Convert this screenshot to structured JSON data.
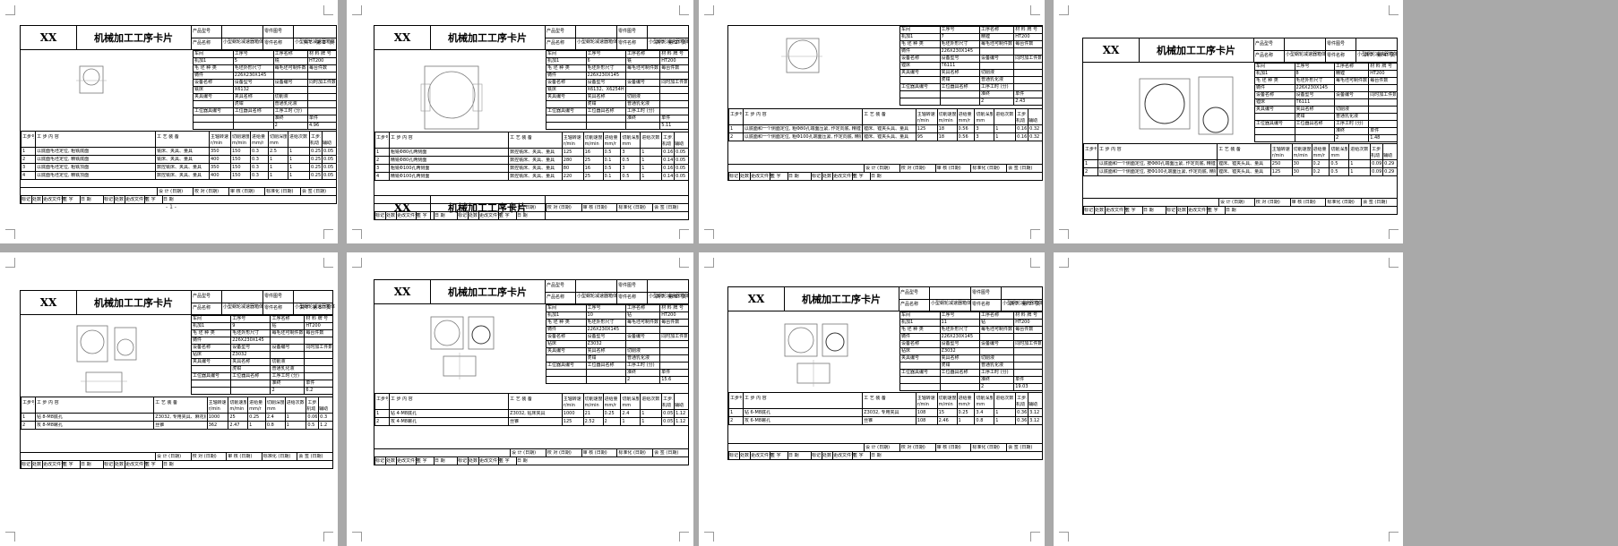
{
  "document": {
    "header_code": "XX",
    "card_title": "机械加工工序卡片",
    "labels": {
      "product_model": "产品型号",
      "product_name": "产品名称",
      "part_no": "零件图号",
      "part_name": "零件名称",
      "product_name_value": "小型蜗轮减速器箱体",
      "part_name_value": "小型蜗轮减速器箱体",
      "sheet_total": "共",
      "sheet_of": "页",
      "sheet_num": "第",
      "workshop": "车间",
      "process_no": "工序号",
      "process_name": "工序名称",
      "material": "材 料 牌 号",
      "blank_type": "毛 坯 种 类",
      "blank_size": "毛坯外形尺寸",
      "blank_count": "每毛坯可制件数",
      "per_unit": "每台件数",
      "equipment": "设备名称",
      "equipment_model": "设备型号",
      "equipment_no": "设备编号",
      "simul_parts": "同时加工件数",
      "fixture_no": "夹具编号",
      "fixture_name": "夹具名称",
      "coolant": "切削液",
      "station_tool_no": "工位器具编号",
      "station_tool_name": "工位器具名称",
      "hours": "工序工时 (分)",
      "hours_std": "准终",
      "hours_unit": "单件",
      "step_no": "工步号",
      "step_content": "工 步 内 容",
      "step_equip": "工 艺 装 备",
      "spindle": "主轴转速",
      "cut_speed": "切削速度",
      "feed": "进给量",
      "depth": "切削深度",
      "passes": "进给次数",
      "step_hours": "工步工时",
      "unit_rpm": "r/min",
      "unit_mmin": "m/min",
      "unit_mmr": "mm/r",
      "unit_mm": "mm",
      "mach": "机动",
      "aux": "辅助",
      "design": "设 计 (日期)",
      "check": "校 对 (日期)",
      "review": "审 核 (日期)",
      "standard": "标准化 (日期)",
      "sign": "会 签 (日期)",
      "mark": "标记",
      "count": "处数",
      "change_doc": "更改文件号",
      "signature": "签 字",
      "date": "日 期",
      "blank_kind_value": "铸件",
      "blank_size_value": "226X230X145",
      "material_value": "HT200",
      "coolant_value": "普通乳化液",
      "vice": "虎钳",
      "drill": "钻床"
    },
    "page_footer": "- 1 -"
  },
  "pages": [
    {
      "sheet_total": "7",
      "sheet": "1",
      "workshop": "机加1",
      "proc_no": "5",
      "proc_name": "铣",
      "equip": "X6132",
      "hours_std": "2",
      "hours_unit": "4.96",
      "steps": [
        {
          "no": "1",
          "content": "以底面毛坯定位, 粗铣底面",
          "equip": "铣床、夹具、量具",
          "n": "350",
          "v": "150",
          "f": "0.3",
          "ap": "2.5",
          "i": "1",
          "tm": "0.25",
          "ta": "0.05"
        },
        {
          "no": "2",
          "content": "以底面毛坯定位, 精铣底面",
          "equip": "铣床、夹具、量具",
          "n": "400",
          "v": "150",
          "f": "0.3",
          "ap": "1",
          "i": "1",
          "tm": "0.25",
          "ta": "0.05"
        },
        {
          "no": "3",
          "content": "以底面毛坯定位, 粗铣顶面",
          "equip": "数控铣床、夹具、量具",
          "n": "350",
          "v": "150",
          "f": "0.3",
          "ap": "1",
          "i": "1",
          "tm": "0.25",
          "ta": "0.05"
        },
        {
          "no": "4",
          "content": "以底面毛坯定位, 精铣顶面",
          "equip": "数控铣床、夹具、量具",
          "n": "400",
          "v": "150",
          "f": "0.3",
          "ap": "1",
          "i": "1",
          "tm": "0.25",
          "ta": "0.05"
        }
      ]
    },
    {
      "sheet_total": "7",
      "sheet": "2",
      "workshop": "机加1",
      "proc_no": "6",
      "proc_name": "铣",
      "equip": "X6132、X6254H",
      "hours_std": "",
      "hours_unit": "5.11",
      "steps": [
        {
          "no": "1",
          "content": "粗铣Φ80孔两侧面",
          "equip": "数控铣床、夹具、量具",
          "n": "125",
          "v": "16",
          "f": "0.5",
          "ap": "3",
          "i": "1",
          "tm": "0.16",
          "ta": "0.05"
        },
        {
          "no": "2",
          "content": "精铣Φ80孔两侧面",
          "equip": "数控铣床、夹具、量具",
          "n": "280",
          "v": "25",
          "f": "0.1",
          "ap": "0.5",
          "i": "1",
          "tm": "0.14",
          "ta": "0.05"
        },
        {
          "no": "3",
          "content": "粗铣Φ100孔两侧面",
          "equip": "数控铣床、夹具、量具",
          "n": "80",
          "v": "16",
          "f": "0.5",
          "ap": "3",
          "i": "1",
          "tm": "0.16",
          "ta": "0.05"
        },
        {
          "no": "4",
          "content": "精铣Φ100孔两侧面",
          "equip": "数控铣床、夹具、量具",
          "n": "220",
          "v": "25",
          "f": "0.1",
          "ap": "0.5",
          "i": "1",
          "tm": "0.14",
          "ta": "0.05"
        }
      ]
    },
    {
      "sheet_total": "7",
      "sheet": "3",
      "workshop": "机加1",
      "proc_no": "7",
      "proc_name": "精镗",
      "equip": "T6111",
      "hours_std": "2",
      "hours_unit": "2.43",
      "steps": [
        {
          "no": "1",
          "content": "以底面和一个侧面定位, 粗Φ80孔端面压紧, 作定向底, 精镗Φ80孔",
          "equip": "镗床、镗夹头具、量具",
          "n": "125",
          "v": "18",
          "f": "0.56",
          "ap": "3",
          "i": "1",
          "tm": "0.16",
          "ta": "0.32"
        },
        {
          "no": "2",
          "content": "以底面和一个侧面定位, 粗Φ100孔端面压紧, 作定向底, 精镗Φ100孔",
          "equip": "镗床、镗夹头具、量具",
          "n": "95",
          "v": "18",
          "f": "0.56",
          "ap": "3",
          "i": "1",
          "tm": "0.16",
          "ta": "0.32"
        }
      ]
    },
    {
      "sheet_total": "7",
      "sheet": "4",
      "workshop": "机加1",
      "proc_no": "8",
      "proc_name": "精镗",
      "equip": "T6111",
      "hours_std": "2",
      "hours_unit": "1.48",
      "steps": [
        {
          "no": "1",
          "content": "以底面和一个侧面定位, 按Φ80孔端面压紧, 作定向底, 精镗Φ80孔",
          "equip": "镗床、镗夹头具、量具",
          "n": "250",
          "v": "30",
          "f": "0.2",
          "ap": "0.5",
          "i": "1",
          "tm": "0.09",
          "ta": "0.29"
        },
        {
          "no": "2",
          "content": "以底面和一个侧面定位, 按Φ100孔端面压紧, 作定向底, 精镗Φ100孔",
          "equip": "镗床、镗夹头具、量具",
          "n": "125",
          "v": "30",
          "f": "0.2",
          "ap": "0.5",
          "i": "1",
          "tm": "0.09",
          "ta": "0.29"
        }
      ]
    },
    {
      "sheet_total": "7",
      "sheet": "5",
      "workshop": "机加1",
      "proc_no": "9",
      "proc_name": "钻",
      "equip": "Z3032",
      "hours_std": "2",
      "hours_unit": "6.2",
      "steps": [
        {
          "no": "1",
          "content": "钻 8-M8底孔",
          "equip": "Z3032, 专用夹具、麻花钻",
          "n": "1000",
          "v": "25",
          "f": "0.25",
          "ap": "2.4",
          "i": "1",
          "tm": "0.06",
          "ta": "0.3"
        },
        {
          "no": "2",
          "content": "攻 8-M8螺孔",
          "equip": "丝锥",
          "n": "362",
          "v": "2.47",
          "f": "1",
          "ap": "0.8",
          "i": "1",
          "tm": "0.5",
          "ta": "1.2"
        }
      ]
    },
    {
      "sheet_total": "7",
      "sheet": "6",
      "workshop": "机加1",
      "proc_no": "10",
      "proc_name": "钻",
      "equip": "Z3032",
      "hours_std": "2",
      "hours_unit": "15.6",
      "steps": [
        {
          "no": "1",
          "content": "钻 4-M8底孔",
          "equip": "Z3032, 钻床夹具",
          "n": "1000",
          "v": "21",
          "f": "0.25",
          "ap": "2.4",
          "i": "1",
          "tm": "0.05",
          "ta": "1.12"
        },
        {
          "no": "2",
          "content": "攻 4-M8螺孔",
          "equip": "丝锥",
          "n": "125",
          "v": "2.52",
          "f": "2",
          "ap": "1",
          "i": "1",
          "tm": "0.05",
          "ta": "1.12"
        }
      ]
    },
    {
      "sheet_total": "7",
      "sheet": "7",
      "workshop": "机加1",
      "proc_no": "11",
      "proc_name": "钻",
      "equip": "Z3032",
      "hours_std": "2",
      "hours_unit": "19.03",
      "steps": [
        {
          "no": "1",
          "content": "钻 6-M8底孔",
          "equip": "Z3032, 专用夹具",
          "n": "108",
          "v": "15",
          "f": "0.25",
          "ap": "3.4",
          "i": "1",
          "tm": "0.36",
          "ta": "3.12"
        },
        {
          "no": "2",
          "content": "攻 6-M8螺孔",
          "equip": "丝锥",
          "n": "108",
          "v": "2.46",
          "f": "1",
          "ap": "0.8",
          "i": "1",
          "tm": "0.36",
          "ta": "3.12"
        }
      ]
    }
  ]
}
